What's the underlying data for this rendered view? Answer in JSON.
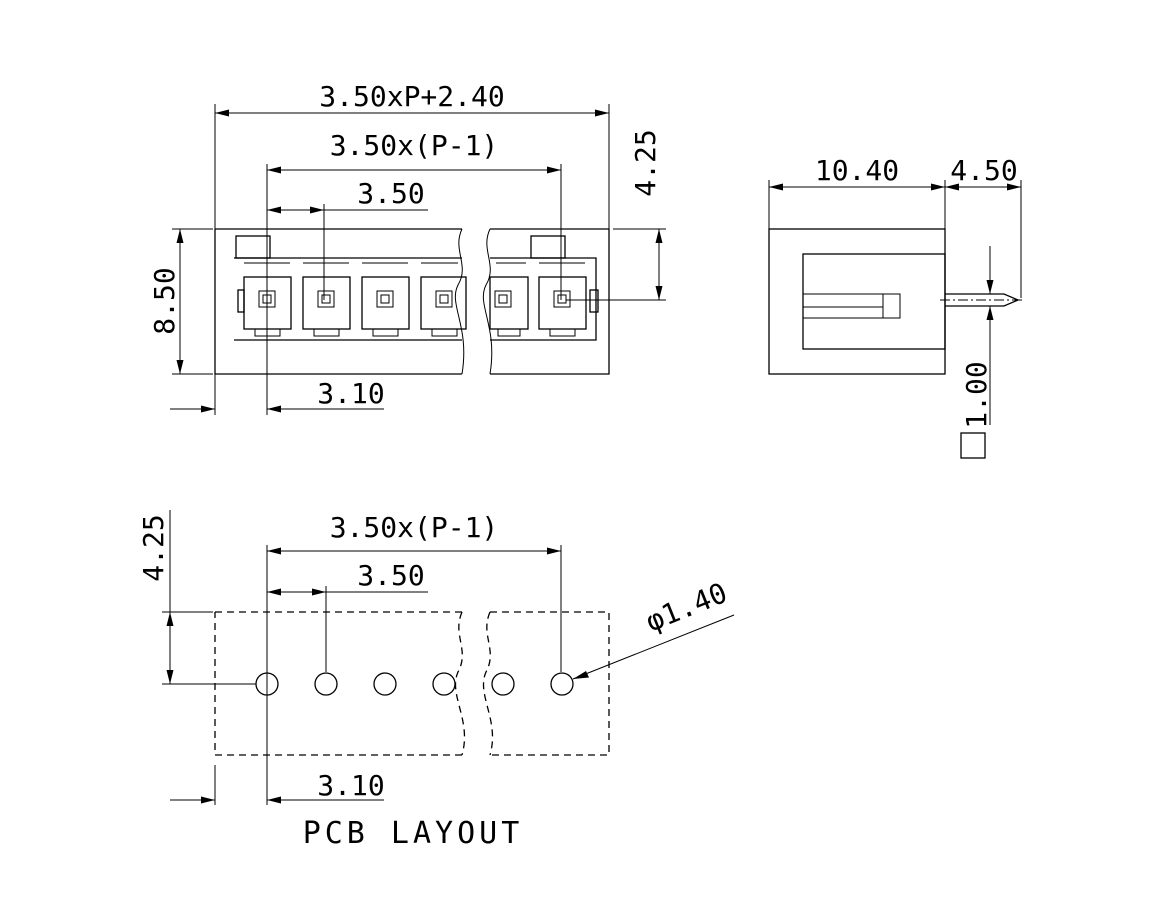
{
  "front_view": {
    "overall_width": "3.50xP+2.40",
    "pitch_span": "3.50x(P-1)",
    "pitch": "3.50",
    "pin_height": "4.25",
    "body_height": "8.50",
    "edge_offset": "3.10"
  },
  "side_view": {
    "body_depth": "10.40",
    "pin_length": "4.50",
    "pin_size": "1.00"
  },
  "pcb_layout": {
    "title": "PCB LAYOUT",
    "pitch_span": "3.50x(P-1)",
    "pitch": "3.50",
    "row_offset": "4.25",
    "hole_diameter": "φ1.40",
    "edge_offset": "3.10"
  }
}
